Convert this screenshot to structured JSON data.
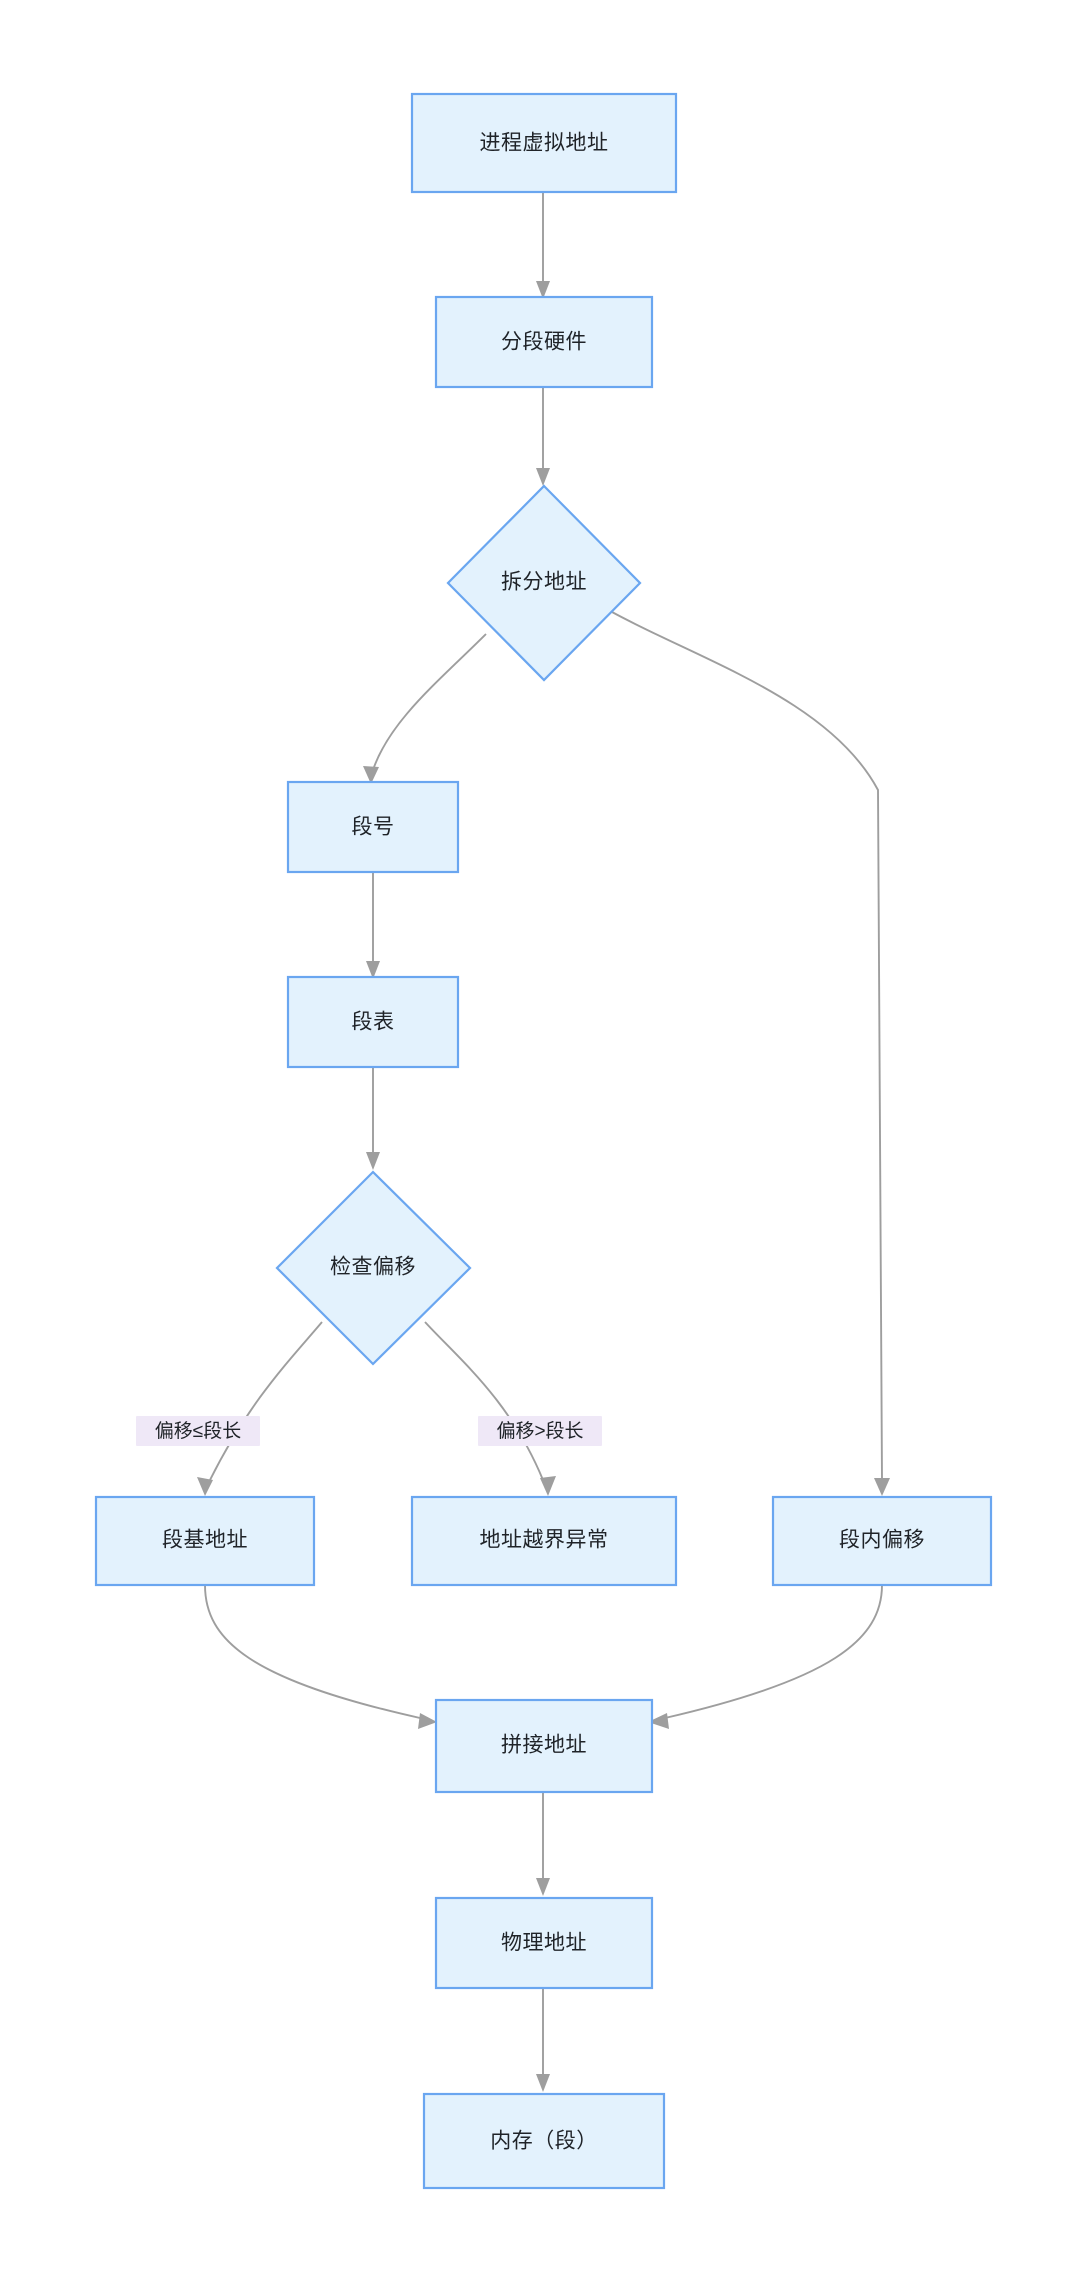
{
  "diagram": {
    "type": "flowchart",
    "title": "",
    "direction": "top-to-bottom",
    "theme": {
      "node_fill": "#e3f2fd",
      "node_stroke": "#6aa6f0",
      "edge_stroke": "#9e9e9e",
      "edge_label_fill": "#efe8f7",
      "text_color": "#1f2328",
      "background": "#ffffff"
    },
    "nodes": [
      {
        "id": "n1",
        "label": "进程虚拟地址",
        "shape": "rect"
      },
      {
        "id": "n2",
        "label": "分段硬件",
        "shape": "rect"
      },
      {
        "id": "n3",
        "label": "拆分地址",
        "shape": "diamond"
      },
      {
        "id": "n4",
        "label": "段号",
        "shape": "rect"
      },
      {
        "id": "n5",
        "label": "段表",
        "shape": "rect"
      },
      {
        "id": "n6",
        "label": "检查偏移",
        "shape": "diamond"
      },
      {
        "id": "n7",
        "label": "段基地址",
        "shape": "rect"
      },
      {
        "id": "n8",
        "label": "地址越界异常",
        "shape": "rect"
      },
      {
        "id": "n9",
        "label": "段内偏移",
        "shape": "rect"
      },
      {
        "id": "n10",
        "label": "拼接地址",
        "shape": "rect"
      },
      {
        "id": "n11",
        "label": "物理地址",
        "shape": "rect"
      },
      {
        "id": "n12",
        "label": "内存（段）",
        "shape": "rect"
      }
    ],
    "edges": [
      {
        "from": "n1",
        "to": "n2",
        "label": ""
      },
      {
        "from": "n2",
        "to": "n3",
        "label": ""
      },
      {
        "from": "n3",
        "to": "n4",
        "label": ""
      },
      {
        "from": "n3",
        "to": "n9",
        "label": ""
      },
      {
        "from": "n4",
        "to": "n5",
        "label": ""
      },
      {
        "from": "n5",
        "to": "n6",
        "label": ""
      },
      {
        "from": "n6",
        "to": "n7",
        "label": "偏移≤段长"
      },
      {
        "from": "n6",
        "to": "n8",
        "label": "偏移>段长"
      },
      {
        "from": "n7",
        "to": "n10",
        "label": ""
      },
      {
        "from": "n9",
        "to": "n10",
        "label": ""
      },
      {
        "from": "n10",
        "to": "n11",
        "label": ""
      },
      {
        "from": "n11",
        "to": "n12",
        "label": ""
      }
    ],
    "edge_labels": [
      {
        "id": "el1",
        "text": "偏移≤段长"
      },
      {
        "id": "el2",
        "text": "偏移>段长"
      }
    ]
  }
}
